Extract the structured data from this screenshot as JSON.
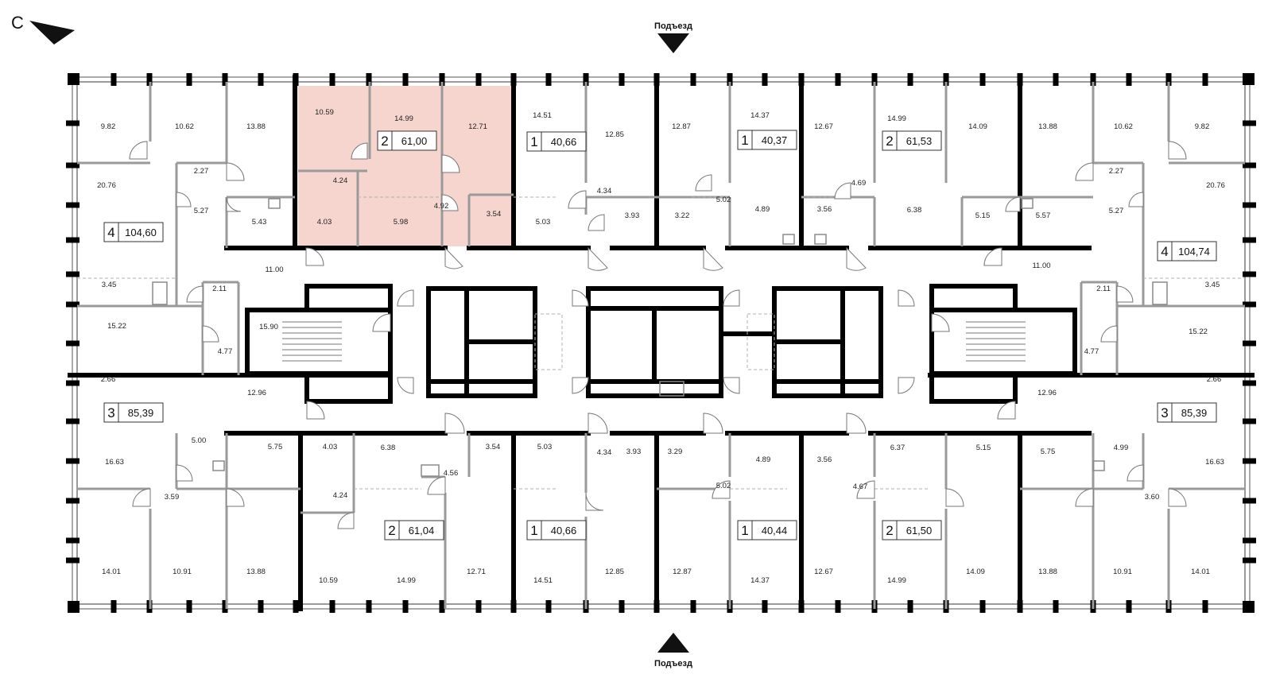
{
  "compass": {
    "letter": "С"
  },
  "entrances": {
    "top": "Подъезд",
    "bottom": "Подъезд"
  },
  "highlight_color": "#f7d5cf",
  "apartments": [
    {
      "id": "top-left-4",
      "rooms": "4",
      "area": "104,60"
    },
    {
      "id": "top-2a",
      "rooms": "2",
      "area": "61,00",
      "selected": true
    },
    {
      "id": "top-1a",
      "rooms": "1",
      "area": "40,66"
    },
    {
      "id": "top-1b",
      "rooms": "1",
      "area": "40,37"
    },
    {
      "id": "top-2b",
      "rooms": "2",
      "area": "61,53"
    },
    {
      "id": "top-right-4",
      "rooms": "4",
      "area": "104,74"
    },
    {
      "id": "left-3",
      "rooms": "3",
      "area": "85,39"
    },
    {
      "id": "right-3",
      "rooms": "3",
      "area": "85,39"
    },
    {
      "id": "bottom-2a",
      "rooms": "2",
      "area": "61,04"
    },
    {
      "id": "bottom-1a",
      "rooms": "1",
      "area": "40,66"
    },
    {
      "id": "bottom-1b",
      "rooms": "1",
      "area": "40,44"
    },
    {
      "id": "bottom-2b",
      "rooms": "2",
      "area": "61,50"
    }
  ],
  "room_labels": [
    "9.82",
    "10.62",
    "13.88",
    "10.59",
    "14.99",
    "12.71",
    "14.51",
    "12.85",
    "12.87",
    "14.37",
    "12.67",
    "14.99",
    "14.09",
    "13.88",
    "10.62",
    "9.82",
    "2.27",
    "20.76",
    "5.27",
    "5.43",
    "4.24",
    "4.03",
    "5.98",
    "4.92",
    "3.54",
    "5.03",
    "4.34",
    "3.93",
    "3.22",
    "5.02",
    "4.89",
    "3.56",
    "4.69",
    "6.38",
    "5.15",
    "5.57",
    "2.27",
    "5.27",
    "20.76",
    "11.00",
    "3.45",
    "2.11",
    "15.22",
    "15.90",
    "4.77",
    "11.00",
    "2.11",
    "3.45",
    "15.22",
    "4.77",
    "2.66",
    "12.96",
    "12.96",
    "2.66",
    "5.00",
    "16.63",
    "5.75",
    "4.03",
    "6.38",
    "3.54",
    "5.03",
    "4.34",
    "3.93",
    "3.29",
    "4.89",
    "3.56",
    "6.37",
    "5.15",
    "5.75",
    "4.99",
    "16.63",
    "4.24",
    "4.56",
    "5.02",
    "4.67",
    "3.59",
    "3.60",
    "14.01",
    "10.91",
    "13.88",
    "10.59",
    "14.99",
    "12.71",
    "14.51",
    "12.85",
    "12.87",
    "14.37",
    "12.67",
    "14.99",
    "14.09",
    "13.88",
    "10.91",
    "14.01"
  ]
}
